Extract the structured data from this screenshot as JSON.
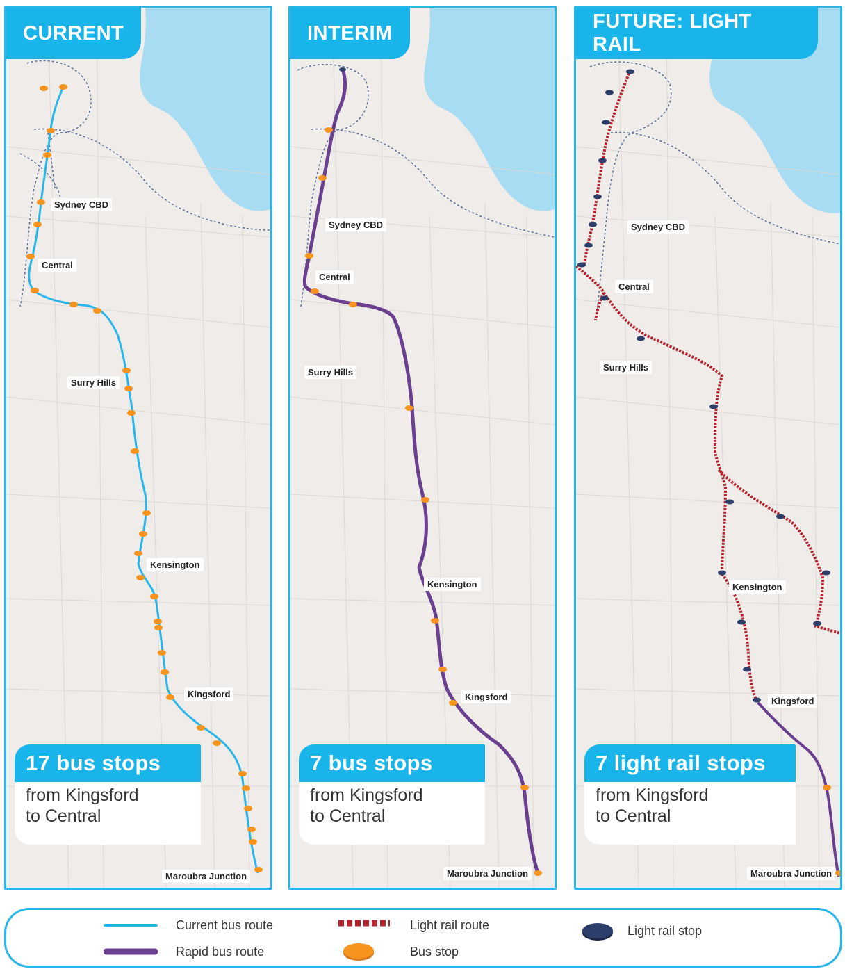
{
  "panels": [
    {
      "title": "CURRENT",
      "card_title": "17 bus stops",
      "card_line1": "from Kingsford",
      "card_line2": "to Central",
      "labels": {
        "cbd": "Sydney CBD",
        "central": "Central",
        "surry": "Surry Hills",
        "kensington": "Kensington",
        "kingsford": "Kingsford",
        "maroubra": "Maroubra Junction"
      }
    },
    {
      "title": "INTERIM",
      "card_title": "7 bus stops",
      "card_line1": "from Kingsford",
      "card_line2": "to Central",
      "labels": {
        "cbd": "Sydney CBD",
        "central": "Central",
        "surry": "Surry Hills",
        "kensington": "Kensington",
        "kingsford": "Kingsford",
        "maroubra": "Maroubra Junction"
      }
    },
    {
      "title": "FUTURE: LIGHT RAIL",
      "card_title": "7 light rail stops",
      "card_line1": "from Kingsford",
      "card_line2": "to Central",
      "labels": {
        "cbd": "Sydney CBD",
        "central": "Central",
        "surry": "Surry Hills",
        "kensington": "Kensington",
        "kingsford": "Kingsford",
        "maroubra": "Maroubra Junction"
      }
    }
  ],
  "legend": {
    "current_bus": "Current bus route",
    "rapid_bus": "Rapid bus route",
    "light_rail_route": "Light rail route",
    "bus_stop": "Bus stop",
    "light_rail_stop": "Light rail stop"
  },
  "colors": {
    "accent": "#18b4ea",
    "current_route": "#29b6e8",
    "rapid_route": "#6b3f8f",
    "light_rail": "#b5232f",
    "bus_stop": "#f7941d",
    "rail_stop": "#2d3e6b",
    "water": "#a8dcf2",
    "land": "#efece9"
  }
}
